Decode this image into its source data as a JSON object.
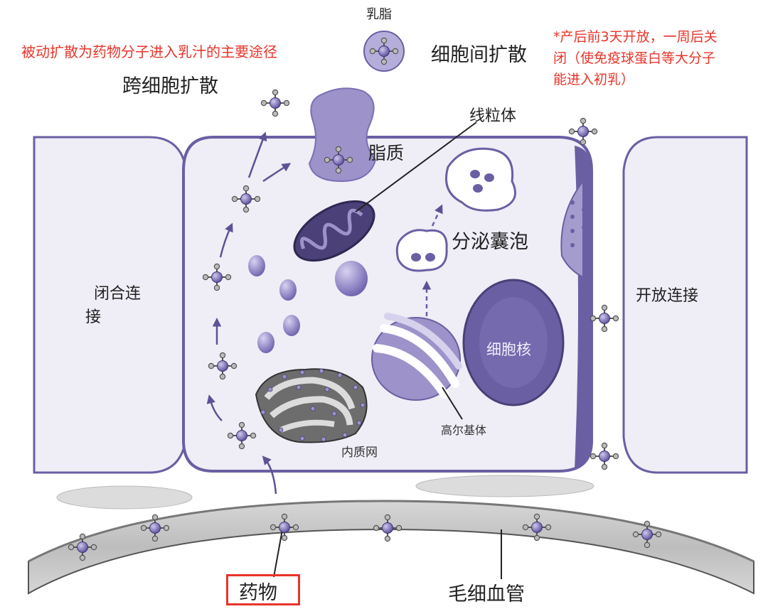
{
  "labels": {
    "milk_fat": "乳脂",
    "passive_diffusion_note": "被动扩散为药物分子进入乳汁的主要途径",
    "transcellular": "跨细胞扩散",
    "paracellular": "细胞间扩散",
    "paracellular_note_1": "*产后前3天开放，一周后关",
    "paracellular_note_2": "闭（使免疫球蛋白等大分子",
    "paracellular_note_3": "能进入初乳）",
    "mitochondria": "线粒体",
    "lipid": "脂质",
    "secretory_vesicle": "分泌囊泡",
    "tight_junction_1": "闭合连",
    "tight_junction_2": "接",
    "open_junction": "开放连接",
    "nucleus": "细胞核",
    "golgi": "高尔基体",
    "er": "内质网",
    "drug": "药物",
    "capillary": "毛细血管"
  },
  "colors": {
    "cell_fill": "#efedf6",
    "cell_border": "#6a5fa3",
    "organelle": "#8b80be",
    "organelle_dark": "#5d5296",
    "note_red": "#e8342a",
    "capillary": "#c9c9c9"
  }
}
